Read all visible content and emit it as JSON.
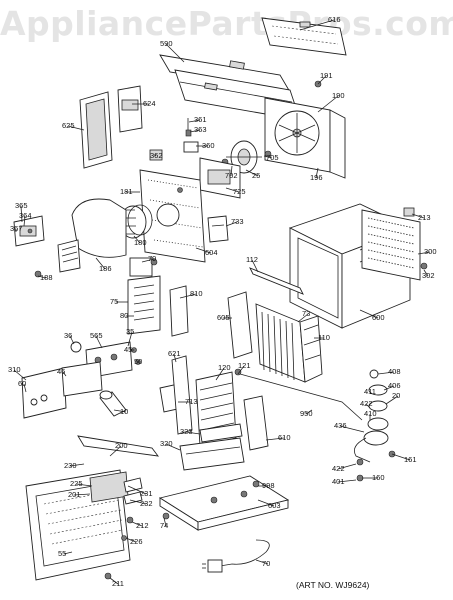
{
  "watermark": "AppliancePartsPros.com",
  "art_number": "(ART NO. WJ9624)",
  "callouts": [
    {
      "id": "616",
      "label": "616"
    },
    {
      "id": "590",
      "label": "590"
    },
    {
      "id": "191",
      "label": "191"
    },
    {
      "id": "190",
      "label": "190"
    },
    {
      "id": "625",
      "label": "625"
    },
    {
      "id": "624",
      "label": "624"
    },
    {
      "id": "361",
      "label": "361"
    },
    {
      "id": "363",
      "label": "363"
    },
    {
      "id": "360",
      "label": "360"
    },
    {
      "id": "362",
      "label": "362"
    },
    {
      "id": "702",
      "label": "702"
    },
    {
      "id": "25",
      "label": "25"
    },
    {
      "id": "705",
      "label": "705"
    },
    {
      "id": "196",
      "label": "196"
    },
    {
      "id": "181",
      "label": "181"
    },
    {
      "id": "725",
      "label": "725"
    },
    {
      "id": "365",
      "label": "365"
    },
    {
      "id": "364",
      "label": "364"
    },
    {
      "id": "367",
      "label": "367"
    },
    {
      "id": "733",
      "label": "733"
    },
    {
      "id": "213",
      "label": "213"
    },
    {
      "id": "180",
      "label": "180"
    },
    {
      "id": "604",
      "label": "604"
    },
    {
      "id": "300",
      "label": "300"
    },
    {
      "id": "186",
      "label": "186"
    },
    {
      "id": "79",
      "label": "79"
    },
    {
      "id": "188",
      "label": "188"
    },
    {
      "id": "302",
      "label": "302"
    },
    {
      "id": "75",
      "label": "75"
    },
    {
      "id": "810",
      "label": "810"
    },
    {
      "id": "112",
      "label": "112"
    },
    {
      "id": "80",
      "label": "80"
    },
    {
      "id": "605",
      "label": "605"
    },
    {
      "id": "73",
      "label": "73"
    },
    {
      "id": "600",
      "label": "600"
    },
    {
      "id": "110",
      "label": "110"
    },
    {
      "id": "36",
      "label": "36"
    },
    {
      "id": "565",
      "label": "565"
    },
    {
      "id": "35",
      "label": "35"
    },
    {
      "id": "45",
      "label": "45"
    },
    {
      "id": "50",
      "label": "50"
    },
    {
      "id": "310",
      "label": "310"
    },
    {
      "id": "46",
      "label": "46"
    },
    {
      "id": "621",
      "label": "621"
    },
    {
      "id": "121",
      "label": "121"
    },
    {
      "id": "408",
      "label": "408"
    },
    {
      "id": "60",
      "label": "60"
    },
    {
      "id": "120",
      "label": "120"
    },
    {
      "id": "406",
      "label": "406"
    },
    {
      "id": "411",
      "label": "411"
    },
    {
      "id": "20",
      "label": "20"
    },
    {
      "id": "713",
      "label": "713"
    },
    {
      "id": "422a",
      "label": "422"
    },
    {
      "id": "10",
      "label": "10"
    },
    {
      "id": "410",
      "label": "410"
    },
    {
      "id": "950",
      "label": "950"
    },
    {
      "id": "436",
      "label": "436"
    },
    {
      "id": "323",
      "label": "323"
    },
    {
      "id": "610",
      "label": "610"
    },
    {
      "id": "200",
      "label": "200"
    },
    {
      "id": "320",
      "label": "320"
    },
    {
      "id": "161",
      "label": "161"
    },
    {
      "id": "230",
      "label": "230"
    },
    {
      "id": "422b",
      "label": "422"
    },
    {
      "id": "160",
      "label": "160"
    },
    {
      "id": "401",
      "label": "401"
    },
    {
      "id": "998",
      "label": "998"
    },
    {
      "id": "225",
      "label": "225"
    },
    {
      "id": "231",
      "label": "231"
    },
    {
      "id": "201",
      "label": "201"
    },
    {
      "id": "232",
      "label": "232"
    },
    {
      "id": "603",
      "label": "603"
    },
    {
      "id": "212",
      "label": "212"
    },
    {
      "id": "74",
      "label": "74"
    },
    {
      "id": "226",
      "label": "226"
    },
    {
      "id": "55",
      "label": "55"
    },
    {
      "id": "70",
      "label": "70"
    },
    {
      "id": "211",
      "label": "211"
    }
  ]
}
